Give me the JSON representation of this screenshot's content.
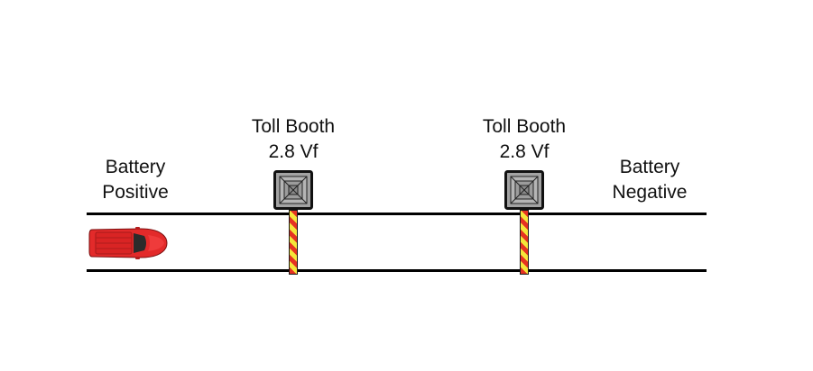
{
  "labels": {
    "battery_positive": [
      "Battery",
      "Positive"
    ],
    "battery_negative": [
      "Battery",
      "Negative"
    ]
  },
  "booths": [
    {
      "title": "Toll Booth",
      "voltage": "2.8 Vf"
    },
    {
      "title": "Toll Booth",
      "voltage": "2.8 Vf"
    }
  ],
  "colors": {
    "road": "#000000",
    "car_body": "#e32a2a",
    "pole_stripe_red": "#e63222",
    "pole_stripe_yellow": "#f5e63a",
    "booth_fill": "#9a9a9a"
  },
  "icons": {
    "car": "car-icon",
    "booth": "toll-booth-icon",
    "pole": "barrier-pole-icon"
  }
}
